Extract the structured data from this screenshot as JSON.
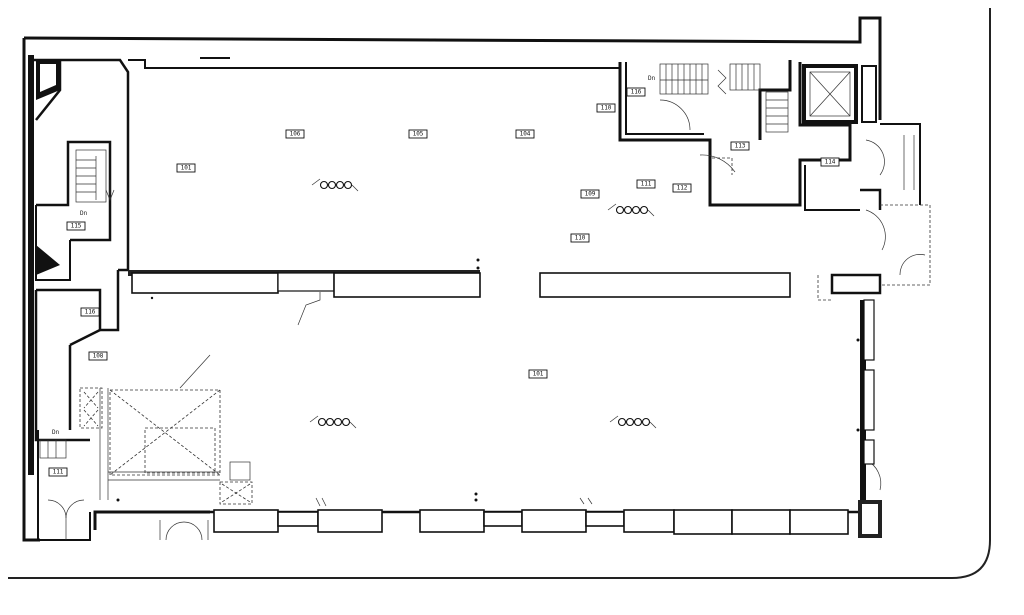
{
  "room_tags": [
    {
      "id": "tag-top-1",
      "text": "106"
    },
    {
      "id": "tag-top-2",
      "text": "105"
    },
    {
      "id": "tag-top-3",
      "text": "104"
    },
    {
      "id": "tag-left-hall",
      "text": "101"
    },
    {
      "id": "tag-stair-left",
      "text": "115"
    },
    {
      "id": "tag-left-small",
      "text": "116"
    },
    {
      "id": "tag-left-corr",
      "text": "108"
    },
    {
      "id": "tag-bottom-left",
      "text": "111"
    },
    {
      "id": "tag-main",
      "text": "101"
    },
    {
      "id": "tag-mid-1",
      "text": "109"
    },
    {
      "id": "tag-mid-2",
      "text": "110"
    },
    {
      "id": "tag-core-1",
      "text": "111"
    },
    {
      "id": "tag-core-2",
      "text": "112"
    },
    {
      "id": "tag-core-3",
      "text": "113"
    },
    {
      "id": "tag-core-4",
      "text": "114"
    },
    {
      "id": "tag-core-5",
      "text": "116"
    },
    {
      "id": "tag-stair-top",
      "text": "110"
    }
  ],
  "annotations": {
    "stair_dn_left": "Dn",
    "stair_dn_top": "Dn",
    "stair_dn_bottom": "Dn"
  }
}
